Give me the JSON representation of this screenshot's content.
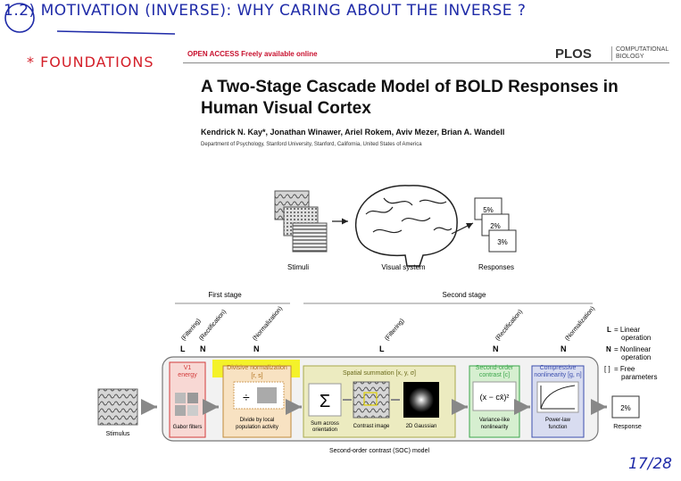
{
  "handwriting": {
    "title": "1.2) MOTIVATION (INVERSE): WHY CARING ABOUT THE INVERSE ?",
    "foundations": "* FOUNDATIONS",
    "slide_number": "17/28"
  },
  "paper": {
    "open_access": "OPEN ACCESS Freely available online",
    "journal_logo": "PLOS",
    "journal_sub_1": "COMPUTATIONAL",
    "journal_sub_2": "BIOLOGY",
    "title": "A Two-Stage Cascade Model of BOLD Responses in Human Visual Cortex",
    "authors": "Kendrick N. Kay*, Jonathan Winawer, Ariel Rokem, Aviv Mezer, Brian A. Wandell",
    "department": "Department of Psychology, Stanford University, Stanford, California, United States of America"
  },
  "top_figure": {
    "stimuli_label": "Stimuli",
    "visual_system_label": "Visual system",
    "responses_label": "Responses",
    "responses": [
      "5%",
      "2%",
      "3%"
    ]
  },
  "model_figure": {
    "first_stage": "First stage",
    "second_stage": "Second stage",
    "operations": [
      {
        "letter": "L",
        "name": "(Filtering)"
      },
      {
        "letter": "N",
        "name": "(Rectification)"
      },
      {
        "letter": "N",
        "name": "(Normalization)"
      },
      {
        "letter": "L",
        "name": "(Filtering)"
      },
      {
        "letter": "N",
        "name": "(Rectification)"
      },
      {
        "letter": "N",
        "name": "(Normalization)"
      }
    ],
    "legend": {
      "l_key": "L",
      "l_text_1": "= Linear",
      "l_text_2": "operation",
      "n_key": "N",
      "n_text_1": "= Nonlinear",
      "n_text_2": "operation",
      "p_key": "[ ]",
      "p_text_1": "= Free",
      "p_text_2": "parameters"
    },
    "stimulus_label": "Stimulus",
    "v1": {
      "title_1": "V1",
      "title_2": "energy",
      "sub": "Gabor filters"
    },
    "divnorm": {
      "title": "Divisive normalization",
      "params": "[r, s]",
      "sub_1": "Divide by local",
      "sub_2": "population activity"
    },
    "spatial": {
      "title": "Spatial summation [x, y, σ]",
      "sum_label_1": "Sum across",
      "sum_label_2": "orientation",
      "contrast_label": "Contrast image",
      "gauss_label": "2D Gaussian"
    },
    "soc": {
      "title_1": "Second-order",
      "title_2": "contrast [c]",
      "formula": "(x − cx̄)²",
      "sub_1": "Variance-like",
      "sub_2": "nonlinearity"
    },
    "compressive": {
      "title_1": "Compressive",
      "title_2": "nonlinearity [g, n]",
      "sub_1": "Power-law",
      "sub_2": "function"
    },
    "response_value": "2%",
    "response_label": "Response",
    "caption": "Second-order contrast (SOC) model"
  },
  "colors": {
    "handwriting_blue": "#1f2ba8",
    "handwriting_red": "#d4202a",
    "highlight": "#f4f22a",
    "v1_red": "#d23a3a",
    "soc_green": "#3aa64a",
    "compressive_blue": "#3c4fae"
  }
}
